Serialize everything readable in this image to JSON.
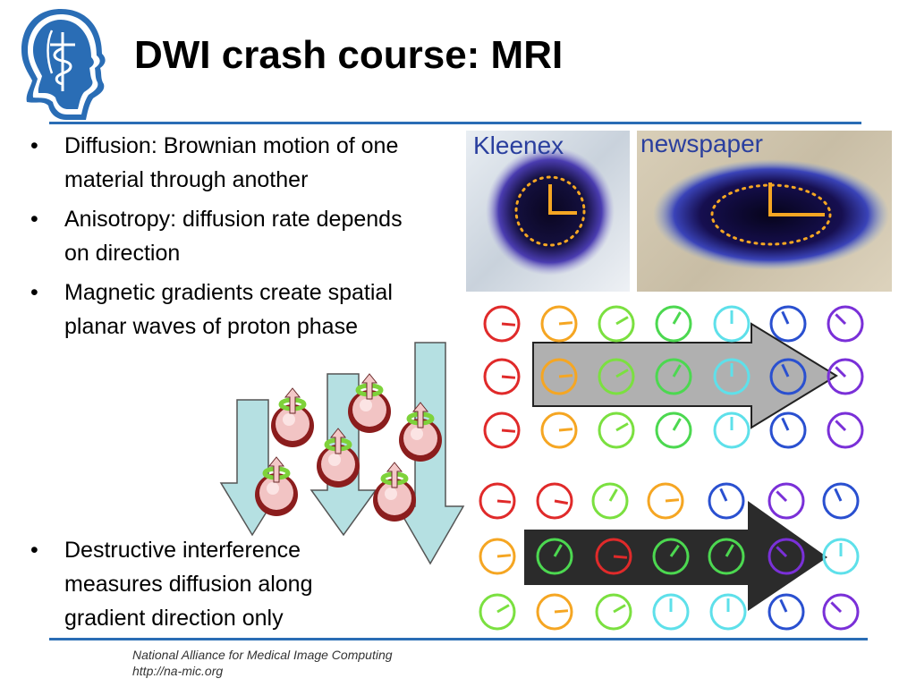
{
  "title": "DWI crash course: MRI",
  "bullets_top": [
    "Diffusion: Brownian motion of one material through another",
    "Anisotropy: diffusion rate depends on direction",
    "Magnetic gradients create spatial planar waves of proton phase"
  ],
  "bullets_bottom": [
    "Destructive interference measures diffusion along gradient direction only"
  ],
  "bullet_glyph": "•",
  "photos": {
    "left_label": "Kleenex",
    "right_label": "newspaper"
  },
  "footer": {
    "line1": "National Alliance for Medical Image Computing",
    "line2": "http://na-mic.org"
  },
  "colors": {
    "accent_rule": "#2a6db5",
    "photo_label": "#2a3f9e",
    "ink": "#1a1470",
    "clock_hand": "#f5a623",
    "arrow_top": "#b0b0b0",
    "arrow_bottom": "#2b2b2b",
    "gradient_arrow": "#b5e0e2"
  },
  "icons": {
    "logo": "head-caduceus-logo",
    "phase_clock": "phase-dial-icon",
    "proton": "spinning-proton-icon"
  }
}
